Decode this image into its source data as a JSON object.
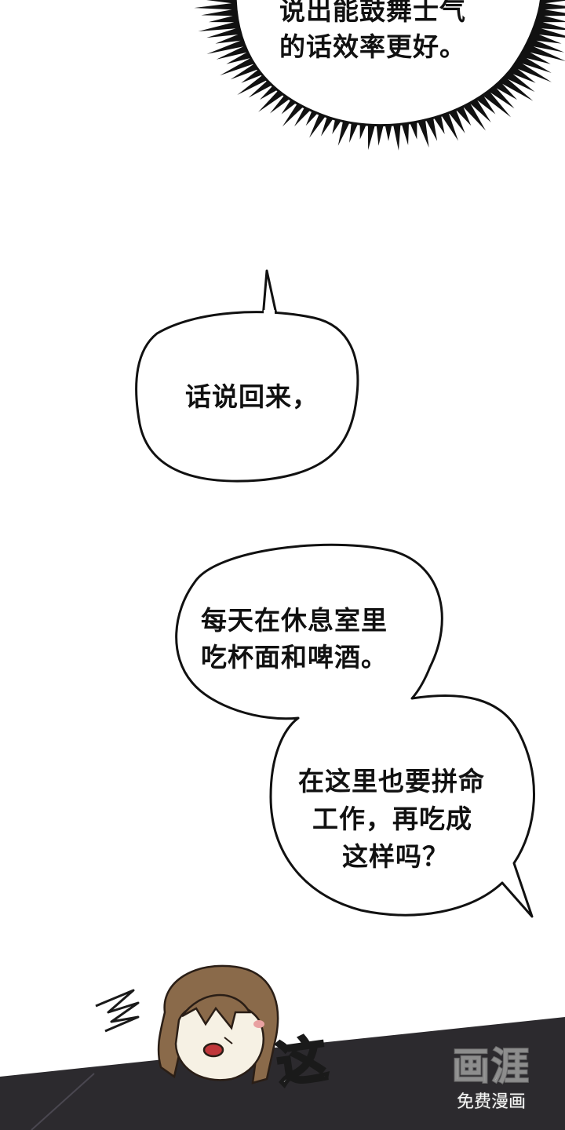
{
  "panel_1": {
    "burst_text_lines": [
      "说出能鼓舞士气",
      "的话效率更好。"
    ]
  },
  "panel_2": {
    "bubble_1_text": "话说回来，",
    "bubble_2_lines": [
      "每天在休息室里",
      "吃杯面和啤酒。"
    ],
    "bubble_3_lines": [
      "在这里也要拼命",
      "工作，再吃成",
      "这样吗？"
    ]
  },
  "panel_3": {
    "sfx_text": "这"
  },
  "watermark": {
    "logo_text": "画涯",
    "sub_text": "免费漫画"
  },
  "colors": {
    "ink": "#111111",
    "hair": "#8a6a4a",
    "skin": "#f6f1e4",
    "blush": "#e9a1a1",
    "mouth": "#c0373a",
    "floor": "#2c2a2e"
  }
}
